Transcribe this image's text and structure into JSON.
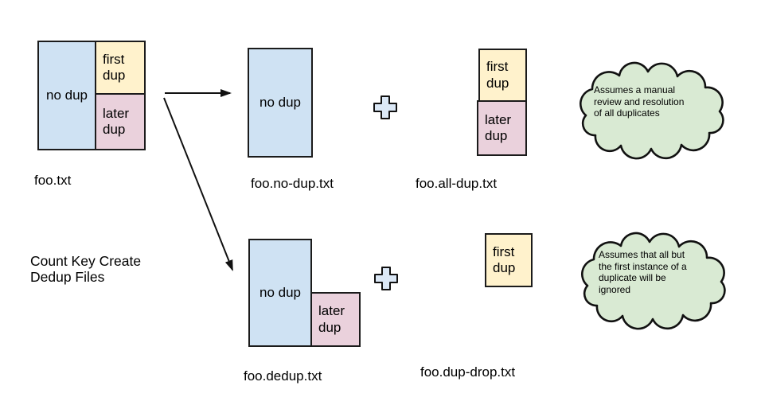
{
  "colors": {
    "no_dup_fill": "#cfe2f3",
    "first_dup_fill": "#fff2cc",
    "later_dup_fill": "#ead1dc",
    "cloud_fill": "#d9ead3",
    "plus_fill": "#dbe8f6",
    "outline": "#1b1b1b"
  },
  "process_label": {
    "lines": [
      "Count Key Create",
      "Dedup Files"
    ]
  },
  "source_file": {
    "no_dup": "no dup",
    "first_dup": "first dup",
    "later_dup": "later dup",
    "filename": "foo.txt"
  },
  "no_dup_file": {
    "no_dup": "no dup",
    "filename": "foo.no-dup.txt"
  },
  "all_dup_file": {
    "first_dup": "first dup",
    "later_dup": "later dup",
    "filename": "foo.all-dup.txt"
  },
  "dedup_file": {
    "no_dup": "no dup",
    "later_dup": "later dup",
    "filename": "foo.dedup.txt"
  },
  "dup_drop_file": {
    "first_dup": "first dup",
    "filename": "foo.dup-drop.txt"
  },
  "clouds": {
    "manual_review": {
      "lines": [
        "Assumes a manual",
        "review and resolution",
        "of all duplicates"
      ]
    },
    "first_instance": {
      "lines": [
        "Assumes that all but",
        "the first instance of a",
        "duplicate will be",
        "ignored"
      ]
    }
  }
}
